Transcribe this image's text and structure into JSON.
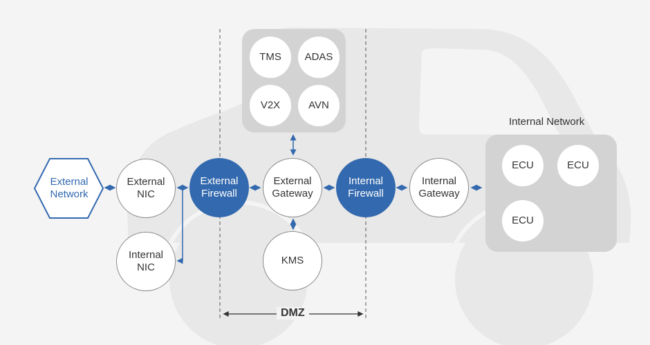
{
  "diagram": {
    "external_network": {
      "label_line1": "External",
      "label_line2": "Network"
    },
    "nodes": {
      "external_nic": {
        "line1": "External",
        "line2": "NIC"
      },
      "internal_nic": {
        "line1": "Internal",
        "line2": "NIC"
      },
      "external_firewall": {
        "line1": "External",
        "line2": "Firewall"
      },
      "external_gateway": {
        "line1": "External",
        "line2": "Gateway"
      },
      "internal_firewall": {
        "line1": "Internal",
        "line2": "Firewall"
      },
      "internal_gateway": {
        "line1": "Internal",
        "line2": "Gateway"
      },
      "kms": {
        "label": "KMS"
      }
    },
    "services_group": {
      "items": [
        "TMS",
        "ADAS",
        "V2X",
        "AVN"
      ]
    },
    "internal_network": {
      "title": "Internal Network",
      "ecus": [
        "ECU",
        "ECU",
        "ECU"
      ]
    },
    "dmz_label": "DMZ",
    "colors": {
      "accent": "#3369ae",
      "background": "#f4f4f4",
      "car": "#e8e8e8",
      "group": "#d3d3d3"
    }
  }
}
